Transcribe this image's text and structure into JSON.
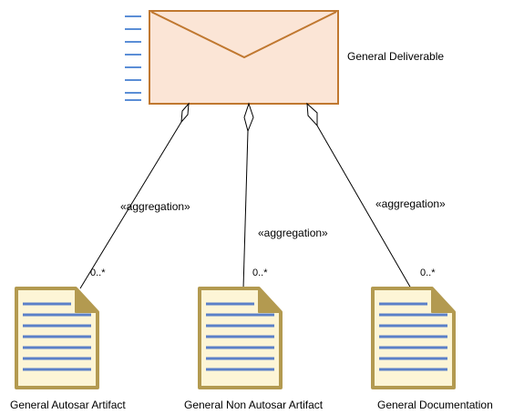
{
  "deliverable": {
    "name": "General Deliverable",
    "fill_color": "#fbe5d6",
    "stroke_color": "#c07830",
    "icon": "envelope-icon"
  },
  "artifacts": [
    {
      "name": "General Autosar Artifact",
      "icon": "document-icon"
    },
    {
      "name": "General Non Autosar Artifact",
      "icon": "document-icon"
    },
    {
      "name": "General Documentation",
      "icon": "document-icon"
    }
  ],
  "relations": [
    {
      "stereotype": "«aggregation»",
      "multiplicity": "0..*"
    },
    {
      "stereotype": "«aggregation»",
      "multiplicity": "0..*"
    },
    {
      "stereotype": "«aggregation»",
      "multiplicity": "0..*"
    }
  ],
  "colors": {
    "document_fill": "#fdf5d6",
    "document_border": "#b39a50",
    "document_lines": "#5b80c8",
    "side_marks": "#5b8ed6",
    "connector": "#000000"
  }
}
